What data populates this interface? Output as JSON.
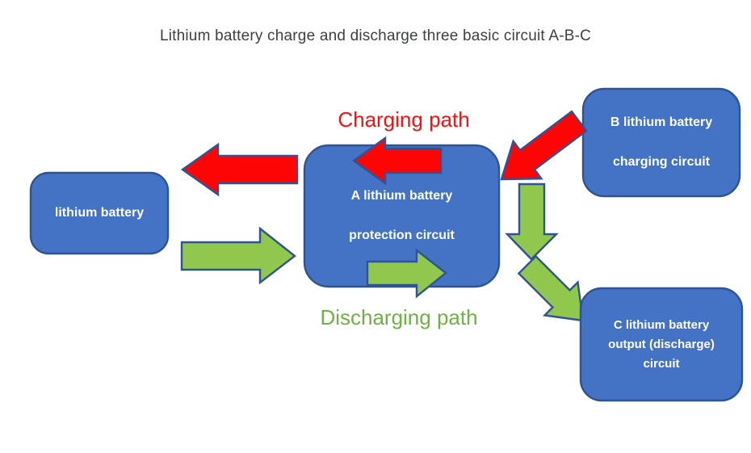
{
  "title": "Lithium battery charge and discharge three basic circuit A-B-C",
  "labels": {
    "charging": "Charging path",
    "discharging": "Discharging path"
  },
  "nodes": {
    "battery": {
      "label": "lithium battery"
    },
    "a": {
      "line1": "A lithium battery",
      "line2": "protection circuit"
    },
    "b": {
      "line1": "B lithium battery",
      "line2": "charging circuit"
    },
    "c": {
      "line1": "C lithium battery",
      "line2": "output (discharge)",
      "line3": "circuit"
    }
  },
  "colors": {
    "box_fill": "#4472c4",
    "box_border": "#2f5496",
    "box_text": "#ffffff",
    "arrow_red": "#fe0505",
    "arrow_green": "#90c84e",
    "arrow_border": "#2f5496",
    "charging_text": "#fa100c",
    "discharging_text": "#6db33f",
    "title_text": "#3c4043"
  }
}
